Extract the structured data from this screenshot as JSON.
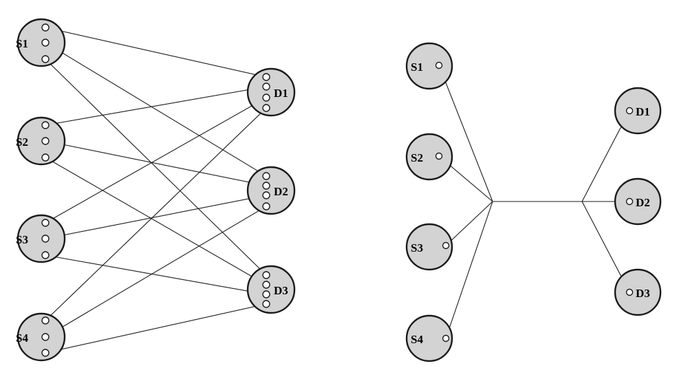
{
  "left_diagram": {
    "sources": [
      {
        "id": "S1",
        "label": "S1"
      },
      {
        "id": "S2",
        "label": "S2"
      },
      {
        "id": "S3",
        "label": "S3"
      },
      {
        "id": "S4",
        "label": "S4"
      }
    ],
    "destinations": [
      {
        "id": "D1",
        "label": "D1"
      },
      {
        "id": "D2",
        "label": "D2"
      },
      {
        "id": "D3",
        "label": "D3"
      }
    ]
  },
  "right_diagram": {
    "sources": [
      {
        "id": "S1",
        "label": "S1"
      },
      {
        "id": "S2",
        "label": "S2"
      },
      {
        "id": "S3",
        "label": "S3"
      },
      {
        "id": "S4",
        "label": "S4"
      }
    ],
    "destinations": [
      {
        "id": "D1",
        "label": "D1"
      },
      {
        "id": "D2",
        "label": "D2"
      },
      {
        "id": "D3",
        "label": "D3"
      }
    ]
  },
  "colors": {
    "node_fill": "#d3d3d3",
    "stroke": "#1a1a1a",
    "port_fill": "#ffffff"
  }
}
